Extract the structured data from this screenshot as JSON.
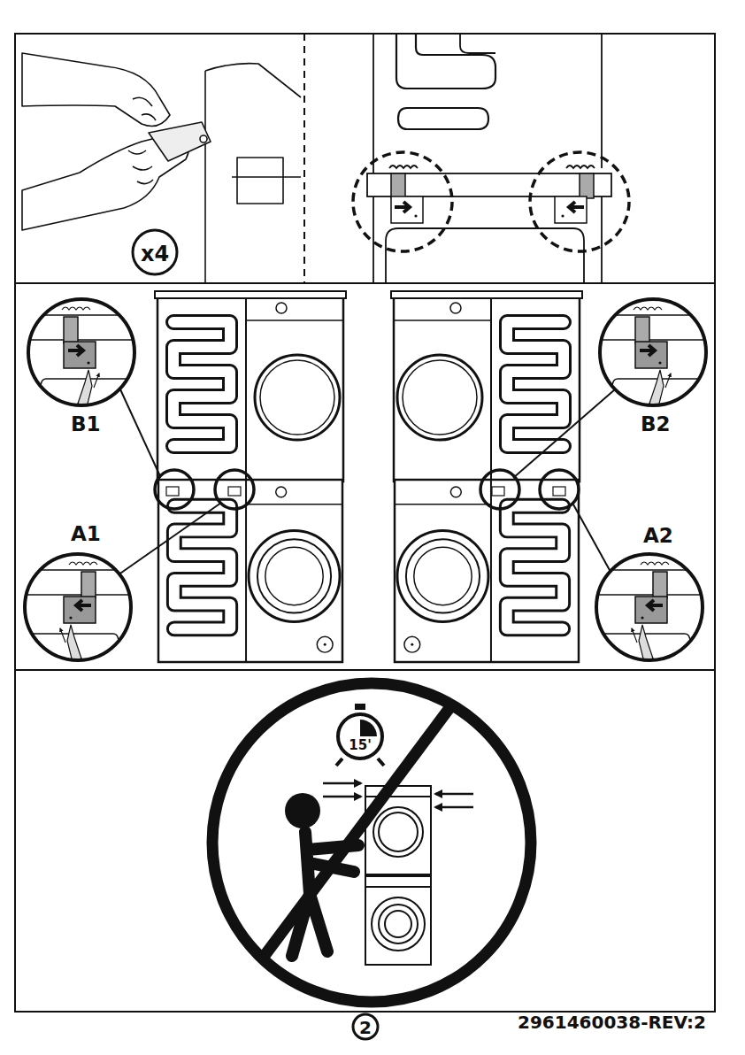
{
  "diagram": {
    "nodes": [
      {
        "text": [
          "x4"
        ]
      },
      {
        "text": [
          "15'"
        ]
      },
      {
        "text": [
          "2"
        ]
      }
    ],
    "labels": [
      "B1",
      "A1",
      "B2",
      "A2",
      "2961460038-REV:2"
    ]
  }
}
